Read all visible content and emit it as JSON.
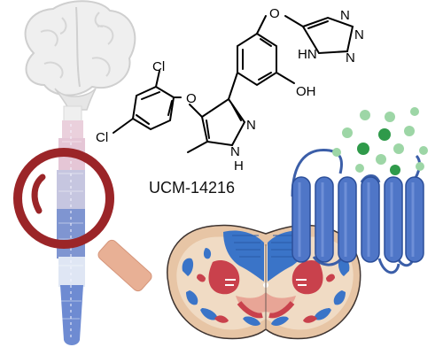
{
  "compound": {
    "name": "UCM-14216",
    "atoms": {
      "o_top": "O",
      "o_left": "O",
      "cl_top": "Cl",
      "cl_left": "Cl",
      "oh": "OH",
      "pyrazole_n": "N",
      "pyrazole_nh": "N",
      "pyrazole_h": "H",
      "tetrazole_n1": "N",
      "tetrazole_n2": "N",
      "tetrazole_n3": "N",
      "tetrazole_nh": "HN"
    }
  },
  "colors": {
    "brain": "#eeeeee",
    "cord_pink": "#e7c9d8",
    "cord_blue": "#7d94d0",
    "magnifier_ring": "#9b2528",
    "magnifier_handle": "#e8b095",
    "receptor": "#4f76c7",
    "ligand_dark": "#2f9a4a",
    "ligand_light": "#9dd6a6",
    "gray_matter_blue": "#3a74c8",
    "gray_matter_red": "#c9414c",
    "white_matter": "#ebcfb8"
  }
}
